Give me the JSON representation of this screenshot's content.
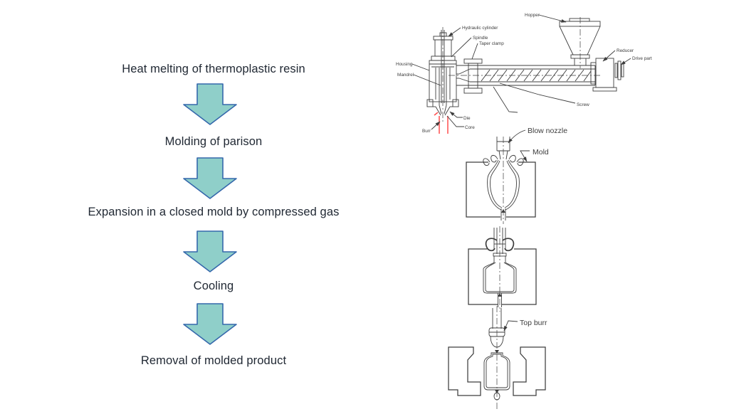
{
  "colors": {
    "flow_text": "#212934",
    "arrow_fill": "#8FCFC9",
    "arrow_stroke": "#3568AC",
    "line_color": "#3d3d3d",
    "parison_red": "#FF4D4D"
  },
  "flowchart": {
    "arrow_icon": "down-block-arrow",
    "steps": [
      {
        "label": "Heat melting of thermoplastic resin"
      },
      {
        "label": "Molding of parison"
      },
      {
        "label": "Expansion in a closed mold by compressed gas"
      },
      {
        "label": "Cooling"
      },
      {
        "label": "Removal of molded product"
      }
    ]
  },
  "extruder": {
    "labels": {
      "hydraulic_cylinder": "Hydraulic cylinder",
      "spindle": "Spindle",
      "taper_clamp": "Taper clamp",
      "hopper": "Hopper",
      "reducer": "Reducer",
      "drive_part": "Drive part",
      "housing": "Housing",
      "mandrel": "Mandrel",
      "screw": "Screw",
      "die": "Die",
      "core": "Core",
      "burr": "Burr"
    }
  },
  "stages": {
    "stage1": {
      "blow_nozzle": "Blow nozzle",
      "mold": "Mold"
    },
    "stage3": {
      "top_burr": "Top burr"
    }
  }
}
